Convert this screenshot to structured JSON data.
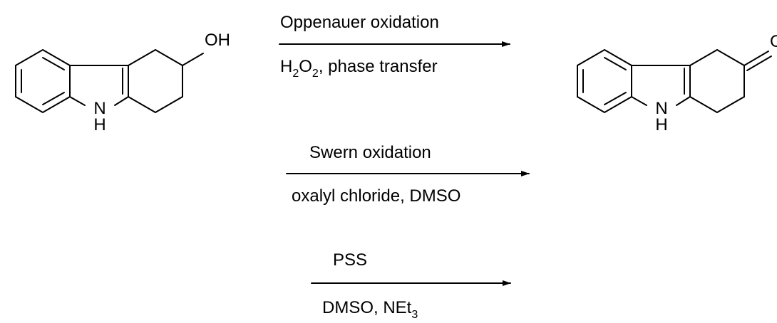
{
  "reactant": {
    "oh_label": "OH",
    "n_label": "N",
    "h_label": "H"
  },
  "product": {
    "o_label": "O",
    "n_label": "N",
    "h_label": "H"
  },
  "reactions": [
    {
      "above": "Oppenauer oxidation",
      "below": {
        "pre": "H",
        "sub1": "2",
        "mid": "O",
        "sub2": "2",
        "post": ", phase transfer"
      }
    },
    {
      "above": "Swern oxidation",
      "below": "oxalyl chloride, DMSO"
    },
    {
      "above": "PSS",
      "below": {
        "pre": "DMSO, NEt",
        "sub": "3"
      }
    }
  ],
  "colors": {
    "ink": "#000000",
    "background": "#ffffff"
  }
}
